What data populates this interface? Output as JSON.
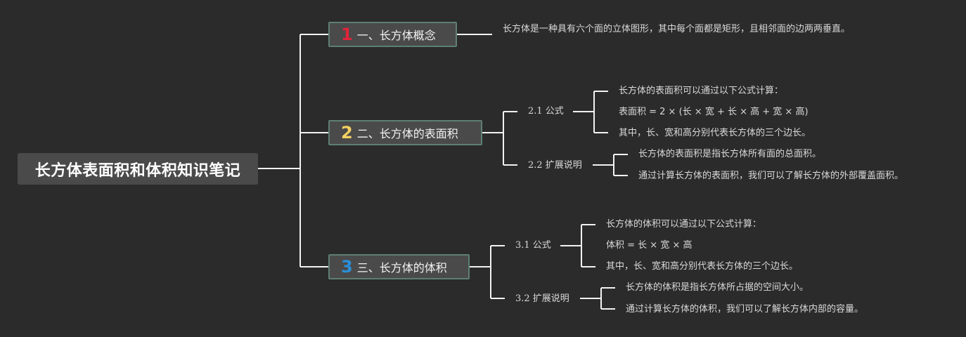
{
  "root": {
    "title": "长方体表面积和体积知识笔记"
  },
  "colors": {
    "background": "#2b2b2b",
    "node_fill": "#4a4a4a",
    "node_border": "#5e7f72",
    "line": "#f2f2f2",
    "num1": "#e0243a",
    "num2": "#f4d060",
    "num3": "#2a8fd8"
  },
  "branches": [
    {
      "num": "1",
      "label": "一、长方体概念",
      "leaves": [
        "长方体是一种具有六个面的立体图形，其中每个面都是矩形，且相邻面的边两两垂直。"
      ]
    },
    {
      "num": "2",
      "label": "二、长方体的表面积",
      "subs": [
        {
          "label": "2.1 公式",
          "leaves": [
            "长方体的表面积可以通过以下公式计算：",
            "表面积 = 2 × (长 × 宽 + 长 × 高 + 宽 × 高)",
            "其中，长、宽和高分别代表长方体的三个边长。"
          ]
        },
        {
          "label": "2.2 扩展说明",
          "leaves": [
            "长方体的表面积是指长方体所有面的总面积。",
            "通过计算长方体的表面积，我们可以了解长方体的外部覆盖面积。"
          ]
        }
      ]
    },
    {
      "num": "3",
      "label": "三、长方体的体积",
      "subs": [
        {
          "label": "3.1 公式",
          "leaves": [
            "长方体的体积可以通过以下公式计算：",
            "体积 = 长 × 宽 × 高",
            "其中，长、宽和高分别代表长方体的三个边长。"
          ]
        },
        {
          "label": "3.2 扩展说明",
          "leaves": [
            "长方体的体积是指长方体所占据的空间大小。",
            "通过计算长方体的体积，我们可以了解长方体内部的容量。"
          ]
        }
      ]
    }
  ]
}
